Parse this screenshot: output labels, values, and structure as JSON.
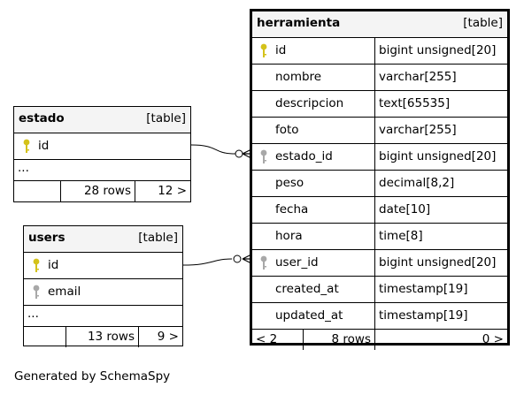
{
  "colors": {
    "primary_key": "#d4c21a",
    "foreign_key": "#a8a8a8",
    "header_bg": "#f4f4f4"
  },
  "herramienta": {
    "name": "herramienta",
    "tag": "[table]",
    "columns": [
      {
        "name": "id",
        "type": "bigint unsigned[20]",
        "key": "primary-key-icon"
      },
      {
        "name": "nombre",
        "type": "varchar[255]",
        "key": ""
      },
      {
        "name": "descripcion",
        "type": "text[65535]",
        "key": ""
      },
      {
        "name": "foto",
        "type": "varchar[255]",
        "key": ""
      },
      {
        "name": "estado_id",
        "type": "bigint unsigned[20]",
        "key": "foreign-key-icon"
      },
      {
        "name": "peso",
        "type": "decimal[8,2]",
        "key": ""
      },
      {
        "name": "fecha",
        "type": "date[10]",
        "key": ""
      },
      {
        "name": "hora",
        "type": "time[8]",
        "key": ""
      },
      {
        "name": "user_id",
        "type": "bigint unsigned[20]",
        "key": "foreign-key-icon"
      },
      {
        "name": "created_at",
        "type": "timestamp[19]",
        "key": ""
      },
      {
        "name": "updated_at",
        "type": "timestamp[19]",
        "key": ""
      }
    ],
    "footer": {
      "parents": "< 2",
      "rows": "8 rows",
      "children": "0 >"
    }
  },
  "estado": {
    "name": "estado",
    "tag": "[table]",
    "columns": [
      {
        "name": "id",
        "key": "primary-key-icon"
      }
    ],
    "ellipsis": "...",
    "footer": {
      "parents": "",
      "rows": "28 rows",
      "children": "12 >"
    }
  },
  "users": {
    "name": "users",
    "tag": "[table]",
    "columns": [
      {
        "name": "id",
        "key": "primary-key-icon"
      },
      {
        "name": "email",
        "key": "foreign-key-icon"
      }
    ],
    "ellipsis": "...",
    "footer": {
      "parents": "",
      "rows": "13 rows",
      "children": "9 >"
    }
  },
  "footer_text": "Generated by SchemaSpy"
}
